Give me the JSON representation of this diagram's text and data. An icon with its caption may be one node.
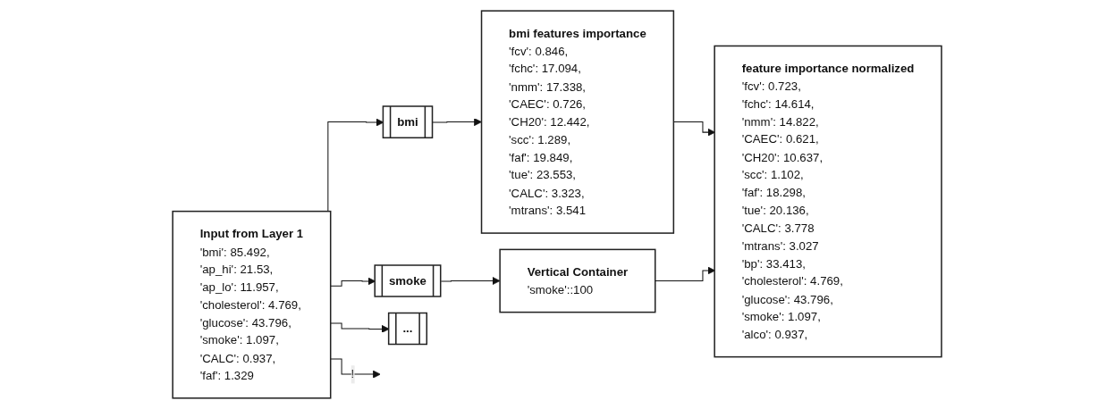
{
  "diagram": {
    "nodes": [
      {
        "text": [
          "Input from Layer 1",
          "'bmi': 85.492, 'ap_hi': 21.53, 'ap_lo': 11.957, 'cholesterol': 4.769, 'glucose': 43.796, 'smoke': 1.097, 'CALC': 0.937, 'faf': 1.329"
        ]
      },
      {
        "text": [
          "bmi"
        ]
      },
      {
        "text": [
          "smoke"
        ]
      },
      {
        "text": [
          "..."
        ]
      },
      {
        "text": [
          "bmi features importance",
          "'fcv': 0.846, 'fchc': 17.094, 'nmm': 17.338, 'CAEC': 0.726, 'CH20': 12.442, 'scc': 1.289, 'faf': 19.849, 'tue': 23.553, 'CALC': 3.323, 'mtrans': 3.541"
        ]
      },
      {
        "text": [
          "Vertical Container",
          "'smoke'::100"
        ]
      },
      {
        "text": [
          "feature importance normalized",
          "'fcv': 0.723, 'fchc': 14.614, 'nmm': 14.822, 'CAEC': 0.621, 'CH20': 10.637, 'scc': 1.102, 'faf': 18.298, 'tue': 20.136, 'CALC': 3.778 'mtrans': 3.027 'bp': 33.413, 'cholesterol': 4.769, 'glucose': 43.796, 'smoke': 1.097, 'alco': 0.937,"
        ]
      }
    ],
    "edges": [
      {
        "from": 0,
        "to": 1,
        "arrow": "to"
      },
      {
        "from": 0,
        "to": 2,
        "arrow": "to"
      },
      {
        "from": 0,
        "to": 3,
        "arrow": "to"
      },
      {
        "from": 0,
        "to": null,
        "label": "!",
        "arrow": "to"
      },
      {
        "from": 1,
        "to": 4,
        "arrow": "to"
      },
      {
        "from": 2,
        "to": 5,
        "arrow": "to"
      },
      {
        "from": 4,
        "to": 6,
        "arrow": "to"
      },
      {
        "from": 5,
        "to": 6,
        "arrow": "to"
      }
    ]
  }
}
